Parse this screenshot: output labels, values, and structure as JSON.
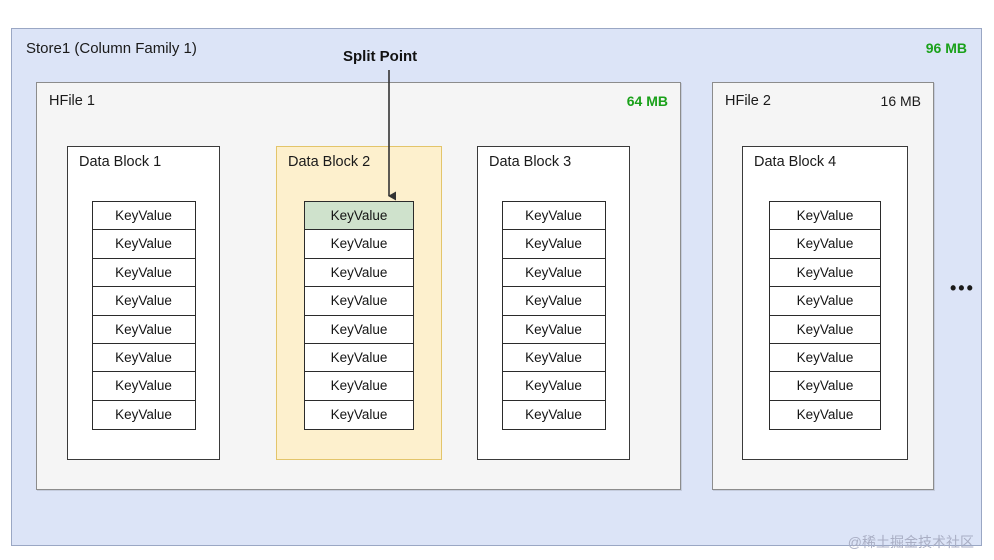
{
  "store": {
    "title": "Store1 (Column Family 1)",
    "size": "96 MB",
    "size_color": "#1aa11a",
    "background_color": "#dce4f7"
  },
  "annotation": {
    "split_point_label": "Split Point",
    "arrow_color": "#333333"
  },
  "hfiles": [
    {
      "title": "HFile 1",
      "size": "64 MB",
      "size_color": "#1aa11a",
      "size_emphasis": "bold"
    },
    {
      "title": "HFile 2",
      "size": "16 MB",
      "size_color": "#1a1a1a",
      "size_emphasis": "normal"
    }
  ],
  "data_blocks": [
    {
      "title": "Data Block 1",
      "highlighted": false,
      "background_color": "#ffffff",
      "keyvalues": [
        {
          "label": "KeyValue",
          "selected": false
        },
        {
          "label": "KeyValue",
          "selected": false
        },
        {
          "label": "KeyValue",
          "selected": false
        },
        {
          "label": "KeyValue",
          "selected": false
        },
        {
          "label": "KeyValue",
          "selected": false
        },
        {
          "label": "KeyValue",
          "selected": false
        },
        {
          "label": "KeyValue",
          "selected": false
        },
        {
          "label": "KeyValue",
          "selected": false
        }
      ]
    },
    {
      "title": "Data Block 2",
      "highlighted": true,
      "background_color": "#fdf0cd",
      "keyvalues": [
        {
          "label": "KeyValue",
          "selected": true
        },
        {
          "label": "KeyValue",
          "selected": false
        },
        {
          "label": "KeyValue",
          "selected": false
        },
        {
          "label": "KeyValue",
          "selected": false
        },
        {
          "label": "KeyValue",
          "selected": false
        },
        {
          "label": "KeyValue",
          "selected": false
        },
        {
          "label": "KeyValue",
          "selected": false
        },
        {
          "label": "KeyValue",
          "selected": false
        }
      ]
    },
    {
      "title": "Data Block 3",
      "highlighted": false,
      "background_color": "#ffffff",
      "keyvalues": [
        {
          "label": "KeyValue",
          "selected": false
        },
        {
          "label": "KeyValue",
          "selected": false
        },
        {
          "label": "KeyValue",
          "selected": false
        },
        {
          "label": "KeyValue",
          "selected": false
        },
        {
          "label": "KeyValue",
          "selected": false
        },
        {
          "label": "KeyValue",
          "selected": false
        },
        {
          "label": "KeyValue",
          "selected": false
        },
        {
          "label": "KeyValue",
          "selected": false
        }
      ]
    },
    {
      "title": "Data Block 4",
      "highlighted": false,
      "background_color": "#ffffff",
      "keyvalues": [
        {
          "label": "KeyValue",
          "selected": false
        },
        {
          "label": "KeyValue",
          "selected": false
        },
        {
          "label": "KeyValue",
          "selected": false
        },
        {
          "label": "KeyValue",
          "selected": false
        },
        {
          "label": "KeyValue",
          "selected": false
        },
        {
          "label": "KeyValue",
          "selected": false
        },
        {
          "label": "KeyValue",
          "selected": false
        },
        {
          "label": "KeyValue",
          "selected": false
        }
      ]
    }
  ],
  "overflow_indicator": "•••",
  "watermark": "@稀土掘金技术社区",
  "selected_keyvalue_color": "#cfe2cc"
}
